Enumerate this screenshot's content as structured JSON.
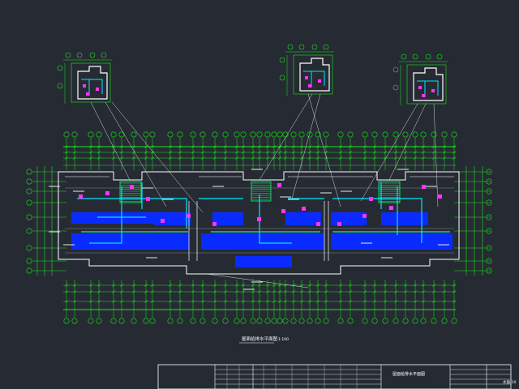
{
  "drawing": {
    "title": "屋面给排水平面图",
    "scale": "1:100"
  },
  "title_block": {
    "drawing_name": "屋面给排水平面图",
    "sheet_no": "水施-10"
  },
  "colors": {
    "background": "#262b33",
    "dimension": "#19e619",
    "wall": "#ffffff",
    "pipe": "#00e5ff",
    "drain": "#ff33ff",
    "water_area": "#0a2bff",
    "stair": "#00ff66",
    "label": "#ffffff"
  }
}
